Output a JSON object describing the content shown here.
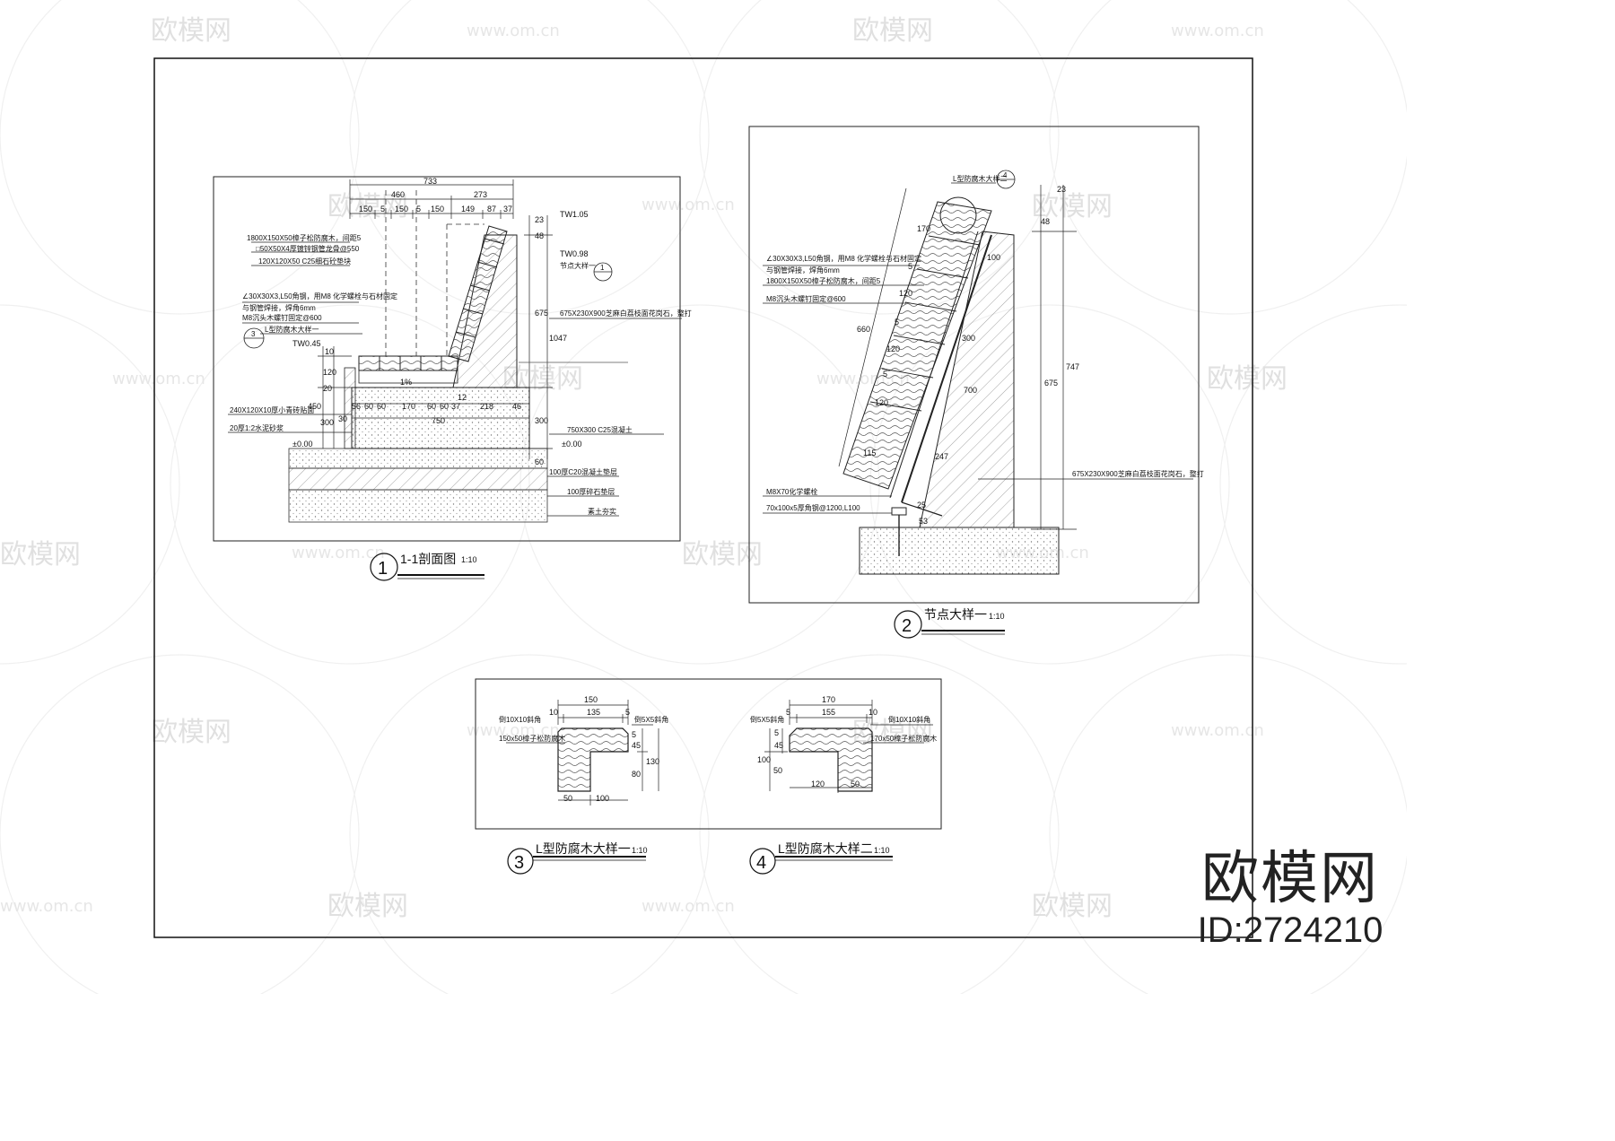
{
  "drawing": {
    "section_1": {
      "number": "1",
      "title": "1-1剖面图",
      "scale": "1:10",
      "dimensions": [
        "733",
        "460",
        "273",
        "150",
        "5",
        "150",
        "5",
        "150",
        "149",
        "87",
        "37",
        "23",
        "48",
        "675",
        "1047",
        "10",
        "120",
        "20",
        "450",
        "300",
        "30",
        "56",
        "60",
        "60",
        "170",
        "60",
        "60",
        "37",
        "218",
        "46",
        "750",
        "300",
        "60",
        "12",
        "1%"
      ],
      "levels": [
        "TW1.05",
        "TW0.98",
        "TW0.45",
        "±0.00",
        "±0.00"
      ],
      "notes": [
        "1800X150X50樟子松防腐木，间距5",
        "□50X50X4厚镀锌钢管龙骨@550",
        "120X120X50 C25细石砼垫块",
        "∠30X30X3,L50角钢，用M8 化学螺栓与石材固定",
        "与钢管焊接，焊角6mm",
        "M8沉头木螺钉固定@600",
        "L型防腐木大样一",
        "240X120X10厚小青砖贴面",
        "20厚1:2水泥砂浆",
        "节点大样一",
        "675X230X900芝麻白荔枝面花岗石，整打",
        "750X300 C25混凝土",
        "100厚C20混凝土垫层",
        "100厚碎石垫层",
        "素土夯实"
      ],
      "callouts": [
        "1",
        "2",
        "3"
      ]
    },
    "detail_2": {
      "number": "2",
      "title": "节点大样一",
      "scale": "1:10",
      "dimensions": [
        "23",
        "48",
        "170",
        "5",
        "120",
        "5",
        "120",
        "5",
        "120",
        "115",
        "660",
        "100",
        "300",
        "700",
        "247",
        "25",
        "53",
        "675",
        "747"
      ],
      "notes": [
        "L型防腐木大样二",
        "∠30X30X3,L50角钢，用M8 化学螺栓与石材固定",
        "与钢管焊接，焊角6mm",
        "1800X150X50樟子松防腐木，间距5",
        "M8沉头木螺钉固定@600",
        "M8X70化学螺栓",
        "70x100x5厚角钢@1200,L100",
        "675X230X900芝麻白荔枝面花岗石，整打"
      ],
      "callouts": [
        "4"
      ]
    },
    "detail_3": {
      "number": "3",
      "title": "L型防腐木大样一",
      "scale": "1:10",
      "dimensions": [
        "150",
        "10",
        "135",
        "5",
        "45",
        "5",
        "80",
        "130",
        "50",
        "100"
      ],
      "notes": [
        "倒10X10斜角",
        "倒5X5斜角",
        "150x50樟子松防腐木"
      ]
    },
    "detail_4": {
      "number": "4",
      "title": "L型防腐木大样二",
      "scale": "1:10",
      "dimensions": [
        "170",
        "5",
        "155",
        "10",
        "5",
        "45",
        "100",
        "50",
        "120",
        "50"
      ],
      "notes": [
        "倒5X5斜角",
        "倒10X10斜角",
        "170x50樟子松防腐木"
      ]
    }
  },
  "watermark": {
    "logo_text": "欧模网",
    "url_text": "www.om.cn",
    "brand_name": "欧模网",
    "brand_id": "ID:2724210"
  }
}
